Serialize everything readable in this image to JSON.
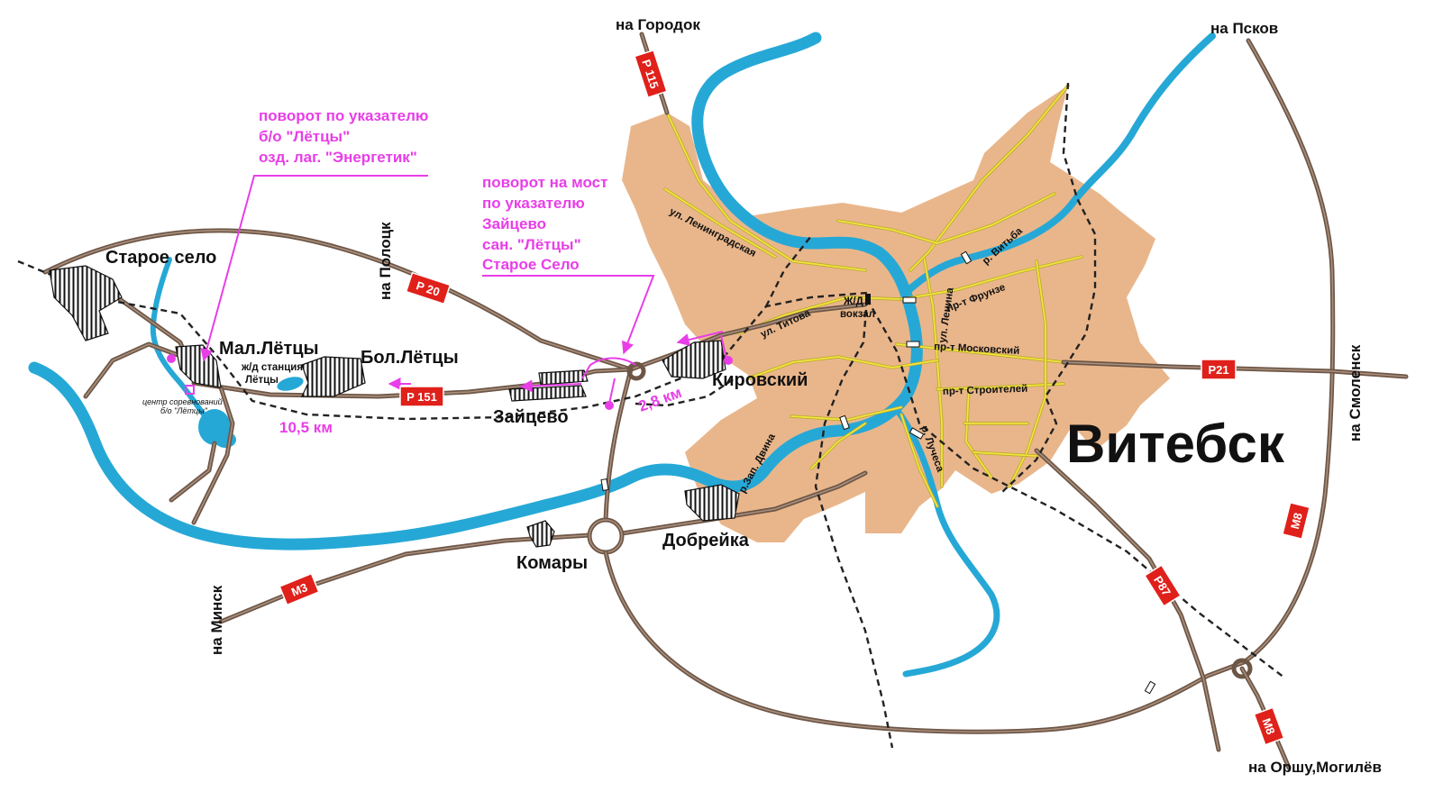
{
  "map": {
    "city": {
      "name": "Витебск"
    },
    "directions": {
      "gorodok": "на Городок",
      "pskov": "на Псков",
      "polotsk": "на Полоцк",
      "smolensk": "на Смоленск",
      "minsk": "на Минск",
      "orsha": "на Оршу,Могилёв"
    },
    "road_shields": {
      "p115": "P 115",
      "p20": "P 20",
      "p151": "P 151",
      "p21": "P21",
      "m8_east": "M8",
      "m8_south": "M8",
      "p87": "P87",
      "m3": "M3"
    },
    "settlements": {
      "staroe_selo": "Старое село",
      "mal_lettsy": "Мал.Лётцы",
      "bol_lettsy": "Бол.Лётцы",
      "zaitsevo": "Зайцево",
      "kirovsky": "Кировский",
      "dobreyka": "Добрейка",
      "komary": "Комары"
    },
    "lettsy_station": {
      "line1": "ж/д станция",
      "line2": "Лётцы"
    },
    "competition_center": {
      "line1": "центр соревнований",
      "line2": "б/о \"Лётцы\""
    },
    "rail_station": {
      "line1": "Ж/Д",
      "line2": "вокзал"
    },
    "streets": {
      "leningradskaya": "ул. Ленинградская",
      "titova": "ул. Титова",
      "lenina": "ул. Ленина",
      "frunze": "пр-т Фрунзе",
      "moskovsky": "пр-т Московский",
      "stroiteley": "пр-т Строителей"
    },
    "rivers": {
      "vitba": "р. Витьба",
      "dvina": "р.Зап. Двина",
      "luchesa": "р. Лучеса"
    },
    "annotations": {
      "turn_lettsy": [
        "поворот по указателю",
        "б/о \"Лётцы\"",
        "озд. лаг. \"Энергетик\""
      ],
      "turn_bridge": [
        "поворот на мост",
        "по указателю",
        "Зайцево",
        "сан. \"Лётцы\"",
        "Старое Село"
      ]
    },
    "distances": {
      "to_lettsy": "10,5 км",
      "to_bridge": "2,8 км"
    },
    "colors": {
      "city": "#E9B68B",
      "river": "#26A8D6",
      "road": "#6E5646",
      "street": "#F2E43E",
      "rail": "#222222",
      "annotation": "#E83EE8",
      "shield": "#E0201A"
    }
  }
}
